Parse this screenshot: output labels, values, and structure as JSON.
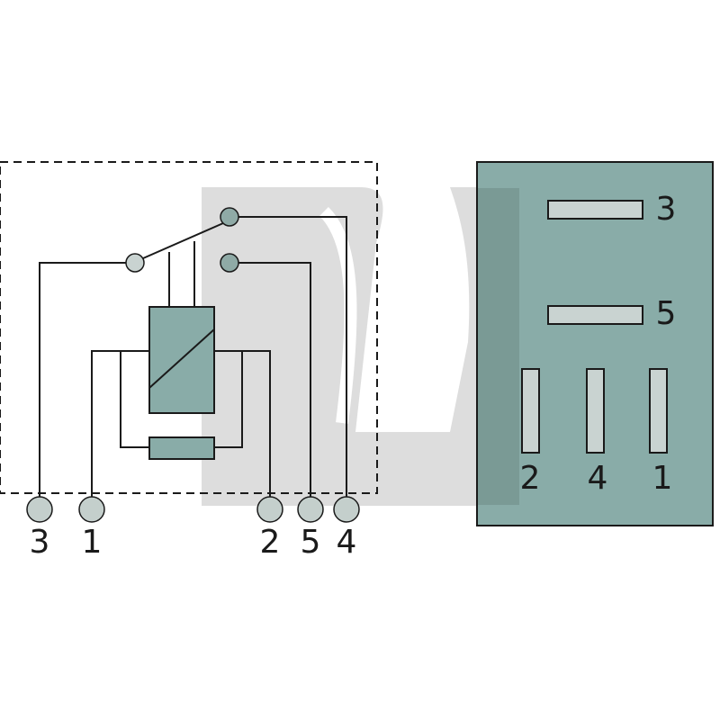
{
  "colors": {
    "component_fill": "#89aca8",
    "terminal_fill": "#c4cfcc",
    "watermark": "#d9d9d9",
    "line": "#1a1a1a"
  },
  "schematic": {
    "terminal_labels": {
      "t3": "3",
      "t1": "1",
      "t2": "2",
      "t5": "5",
      "t4": "4"
    }
  },
  "footprint": {
    "pin_labels": {
      "p3": "3",
      "p5": "5",
      "p2": "2",
      "p4": "4",
      "p1": "1"
    }
  }
}
